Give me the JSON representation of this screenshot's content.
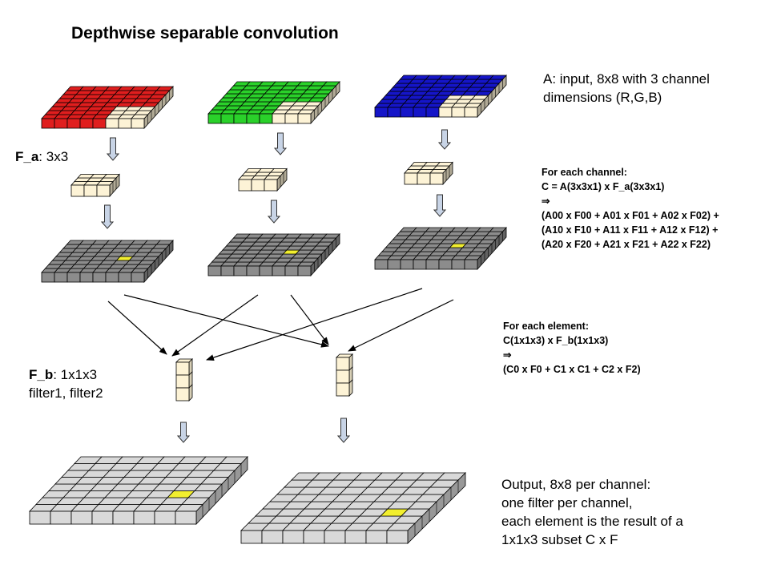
{
  "title": "Depthwise separable convolution",
  "input_note": {
    "line1": "A: input, 8x8 with 3 channel",
    "line2": "dimensions (R,G,B)"
  },
  "fa_label": {
    "name": "F_a",
    "rest": ": 3x3"
  },
  "fb_label": {
    "name": "F_b",
    "rest": ": 1x1x3",
    "line2": "filter1, filter2"
  },
  "channel_formula": [
    "For each channel:",
    "C = A(3x3x1) x F_a(3x3x1)",
    "⇒",
    "(A00 x F00 + A01 x F01 + A02 x F02) +",
    "(A10 x F10 + A11 x F11 + A12 x F12) +",
    "(A20 x F20 + A21 x F21 + A22 x F22)"
  ],
  "element_formula": [
    "For each element:",
    "C(1x1x3) x F_b(1x1x3)",
    "⇒",
    "(C0 x F0 + C1 x C1 + C2 x F2)"
  ],
  "output_note": [
    "Output, 8x8 per channel:",
    "one filter per channel,",
    "each element is the result of a",
    "1x1x3 subset C x F"
  ],
  "colors": {
    "red": "#e01e1e",
    "green": "#2ad12a",
    "blue": "#1515c8",
    "cream": "#fdf3d6",
    "dark_gray": "#8c8c8c",
    "light_gray": "#d9d9d9",
    "highlight": "#f2ef2e",
    "arrow_fill": "#c8d4e6"
  }
}
